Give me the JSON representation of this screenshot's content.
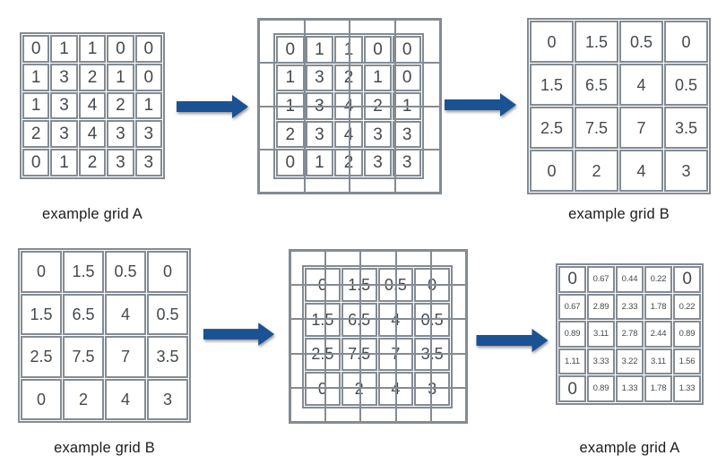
{
  "captions": {
    "top_left": "example grid A",
    "top_right": "example grid B",
    "bottom_left": "example grid B",
    "bottom_right": "example grid A"
  },
  "grids": {
    "grid_a": {
      "name": "example grid A",
      "rows": 5,
      "cols": 5,
      "values": [
        [
          "0",
          "1",
          "1",
          "0",
          "0"
        ],
        [
          "1",
          "3",
          "2",
          "1",
          "0"
        ],
        [
          "1",
          "3",
          "4",
          "2",
          "1"
        ],
        [
          "2",
          "3",
          "4",
          "3",
          "3"
        ],
        [
          "0",
          "1",
          "2",
          "3",
          "3"
        ]
      ]
    },
    "grid_b": {
      "name": "example grid B",
      "rows": 4,
      "cols": 4,
      "values": [
        [
          "0",
          "1.5",
          "0.5",
          "0"
        ],
        [
          "1.5",
          "6.5",
          "4",
          "0.5"
        ],
        [
          "2.5",
          "7.5",
          "7",
          "3.5"
        ],
        [
          "0",
          "2",
          "4",
          "3"
        ]
      ]
    },
    "grid_a_reconstructed": {
      "name": "example grid A",
      "rows": 5,
      "cols": 5,
      "values": [
        [
          "0",
          "0.67",
          "0.44",
          "0.22",
          "0"
        ],
        [
          "0.67",
          "2.89",
          "2.33",
          "1.78",
          "0.22"
        ],
        [
          "0.89",
          "3.11",
          "2.78",
          "2.44",
          "0.89"
        ],
        [
          "1.11",
          "3.33",
          "3.22",
          "3.11",
          "1.56"
        ],
        [
          "0",
          "0.89",
          "1.33",
          "1.78",
          "1.33"
        ]
      ]
    }
  },
  "overlays": {
    "top": {
      "outer_divisions": 4,
      "inner_grid": "grid_a"
    },
    "bottom": {
      "outer_divisions": 5,
      "inner_grid": "grid_b"
    }
  },
  "icons": {
    "arrow": "right-arrow"
  },
  "colors": {
    "grid_border": "#848b93",
    "arrow_fill": "#1a5294",
    "number_text": "#45494d",
    "caption_text": "#1c1c1c"
  }
}
